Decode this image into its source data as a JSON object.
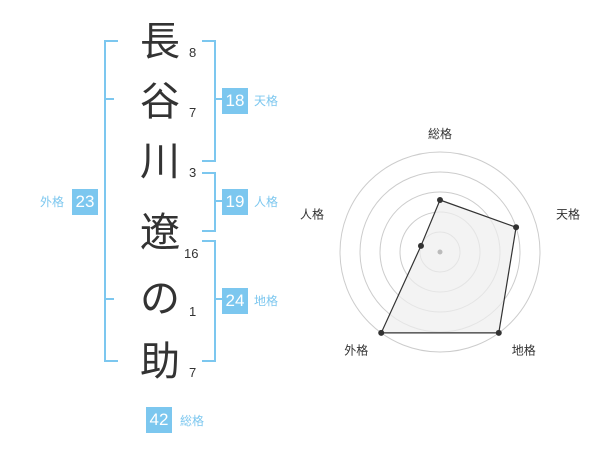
{
  "name": {
    "chars": [
      {
        "char": "長",
        "strokes": "8"
      },
      {
        "char": "谷",
        "strokes": "7"
      },
      {
        "char": "川",
        "strokes": "3"
      },
      {
        "char": "遼",
        "strokes": "16"
      },
      {
        "char": "の",
        "strokes": "1"
      },
      {
        "char": "助",
        "strokes": "7"
      }
    ]
  },
  "fortunes": {
    "tenkaku": {
      "label": "天格",
      "value": "18"
    },
    "jinkaku": {
      "label": "人格",
      "value": "19"
    },
    "chikaku": {
      "label": "地格",
      "value": "24"
    },
    "gaikaku": {
      "label": "外格",
      "value": "23"
    },
    "soukaku": {
      "label": "総格",
      "value": "42"
    }
  },
  "chart_data": {
    "type": "radar",
    "axes": [
      "総格",
      "天格",
      "地格",
      "外格",
      "人格"
    ],
    "values": [
      2.6,
      4.0,
      5.0,
      5.0,
      1.0
    ],
    "max": 5,
    "rings": 5,
    "colors": {
      "line": "#333333",
      "fill": "#eeeeee",
      "grid": "#cccccc",
      "point": "#333333"
    }
  },
  "colors": {
    "accent": "#7cc7ef",
    "text": "#333333"
  }
}
